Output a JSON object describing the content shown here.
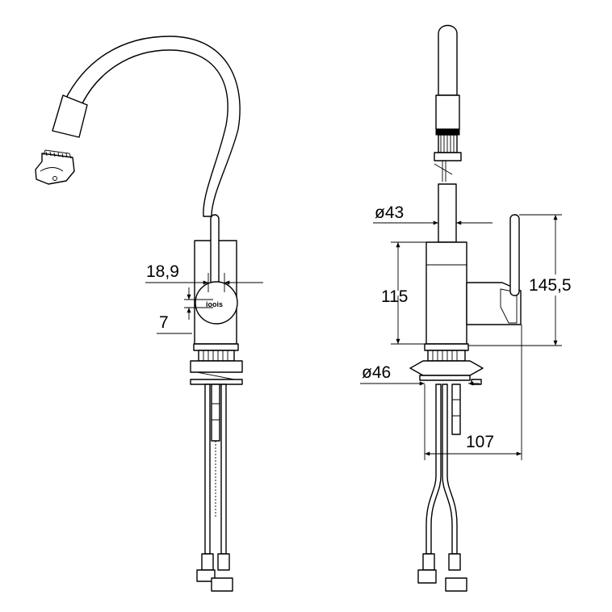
{
  "drawing": {
    "dimensions": {
      "lever_offset": "18,9",
      "lever_gap": "7",
      "spout_diameter": "ø43",
      "body_height": "115",
      "total_height": "145,5",
      "base_diameter": "ø46",
      "reach": "107"
    },
    "logo_text": "ioois"
  }
}
